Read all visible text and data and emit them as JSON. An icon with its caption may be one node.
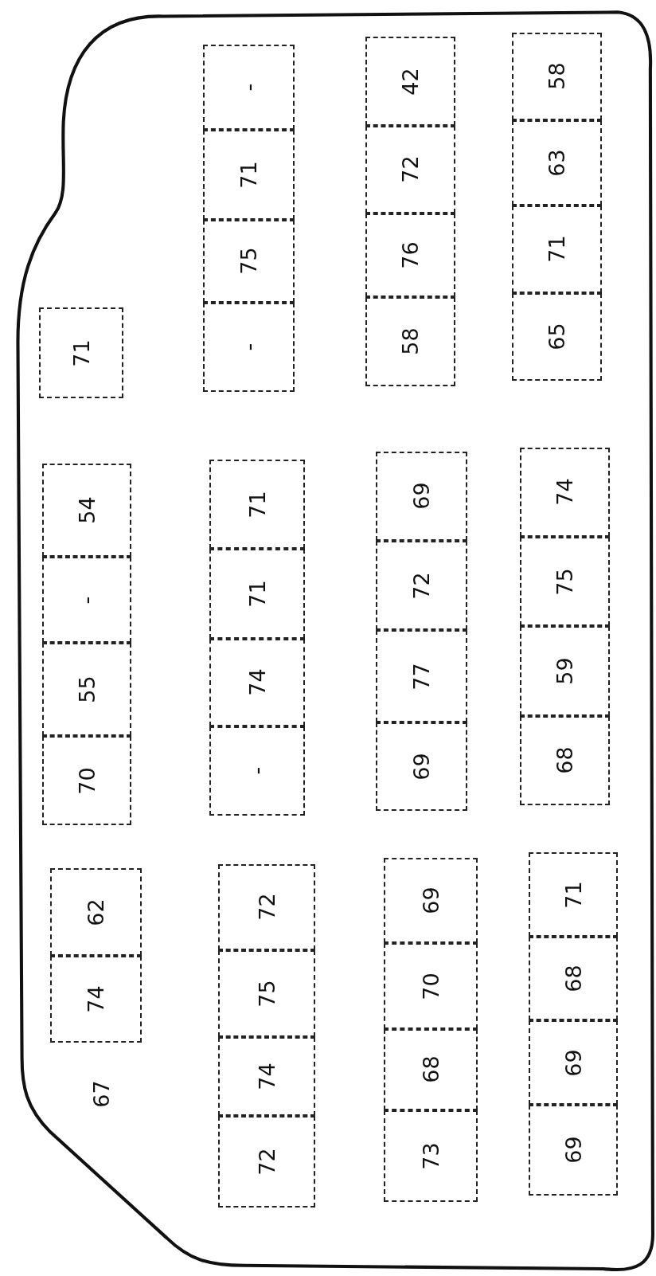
{
  "diagram": {
    "nodes": [
      {
        "text": [
          "71"
        ]
      },
      {
        "text": [
          "54"
        ]
      },
      {
        "text": [
          "-"
        ]
      },
      {
        "text": [
          "55"
        ]
      },
      {
        "text": [
          "70"
        ]
      },
      {
        "text": [
          "62"
        ]
      },
      {
        "text": [
          "74"
        ]
      },
      {
        "text": [
          "-"
        ]
      },
      {
        "text": [
          "71"
        ]
      },
      {
        "text": [
          "75"
        ]
      },
      {
        "text": [
          "-"
        ]
      },
      {
        "text": [
          "71"
        ]
      },
      {
        "text": [
          "71"
        ]
      },
      {
        "text": [
          "74"
        ]
      },
      {
        "text": [
          "-"
        ]
      },
      {
        "text": [
          "72"
        ]
      },
      {
        "text": [
          "75"
        ]
      },
      {
        "text": [
          "74"
        ]
      },
      {
        "text": [
          "72"
        ]
      },
      {
        "text": [
          "42"
        ]
      },
      {
        "text": [
          "72"
        ]
      },
      {
        "text": [
          "76"
        ]
      },
      {
        "text": [
          "58"
        ]
      },
      {
        "text": [
          "69"
        ]
      },
      {
        "text": [
          "72"
        ]
      },
      {
        "text": [
          "77"
        ]
      },
      {
        "text": [
          "69"
        ]
      },
      {
        "text": [
          "69"
        ]
      },
      {
        "text": [
          "70"
        ]
      },
      {
        "text": [
          "68"
        ]
      },
      {
        "text": [
          "73"
        ]
      },
      {
        "text": [
          "58"
        ]
      },
      {
        "text": [
          "63"
        ]
      },
      {
        "text": [
          "71"
        ]
      },
      {
        "text": [
          "65"
        ]
      },
      {
        "text": [
          "74"
        ]
      },
      {
        "text": [
          "75"
        ]
      },
      {
        "text": [
          "59"
        ]
      },
      {
        "text": [
          "68"
        ]
      },
      {
        "text": [
          "71"
        ]
      },
      {
        "text": [
          "68"
        ]
      },
      {
        "text": [
          "69"
        ]
      },
      {
        "text": [
          "69"
        ]
      }
    ],
    "labels": [
      "67"
    ]
  }
}
